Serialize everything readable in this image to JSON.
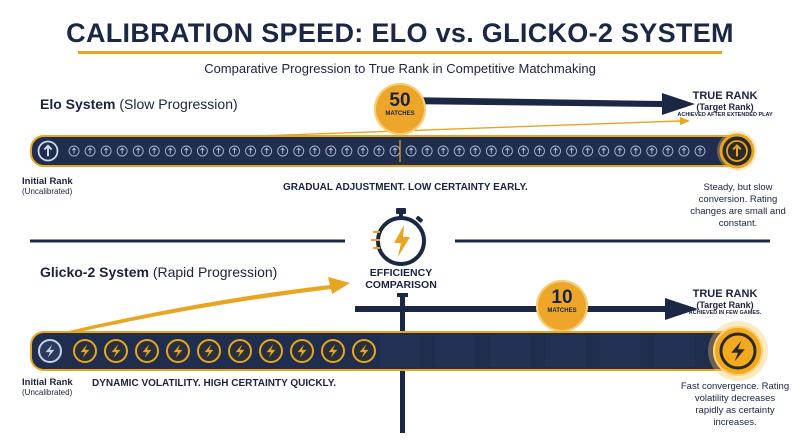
{
  "title": "CALIBRATION SPEED: ELO vs. GLICKO-2 SYSTEM",
  "subtitle": "Comparative Progression to True Rank in Competitive Matchmaking",
  "elo": {
    "name": "Elo System",
    "desc": "(Slow Progression)",
    "matches": "50",
    "matches_label": "MATCHES",
    "true_rank_title": "TRUE RANK",
    "true_rank_sub": "(Target Rank)",
    "true_rank_note": "ACHIEVED AFTER EXTENDED PLAY",
    "initial_title": "Initial Rank",
    "initial_sub": "(Uncalibrated)",
    "caption": "GRADUAL ADJUSTMENT. LOW CERTAINTY EARLY.",
    "note": "Steady, but slow conversion. Rating changes are small and constant.",
    "step_icon": "arrow-up-circle-icon"
  },
  "glicko": {
    "name": "Glicko-2 System",
    "desc": "(Rapid Progression)",
    "matches": "10",
    "matches_label": "MATCHES",
    "true_rank_title": "TRUE RANK",
    "true_rank_sub": "(Target Rank)",
    "true_rank_note": "ACHIEVED IN FEW GAMES.",
    "initial_title": "Initial Rank",
    "initial_sub": "(Uncalibrated)",
    "caption": "DYNAMIC VOLATILITY. HIGH CERTAINTY QUICKLY.",
    "note": "Fast convergence. Rating volatility decreases rapidly as certainty increases.",
    "step_icon": "lightning-bolt-icon"
  },
  "center": {
    "label_line1": "EFFICIENCY",
    "label_line2": "COMPARISON",
    "icon": "stopwatch-icon"
  },
  "colors": {
    "navy": "#1a2845",
    "gold": "#e8a521",
    "track": "#1f2d4f"
  }
}
